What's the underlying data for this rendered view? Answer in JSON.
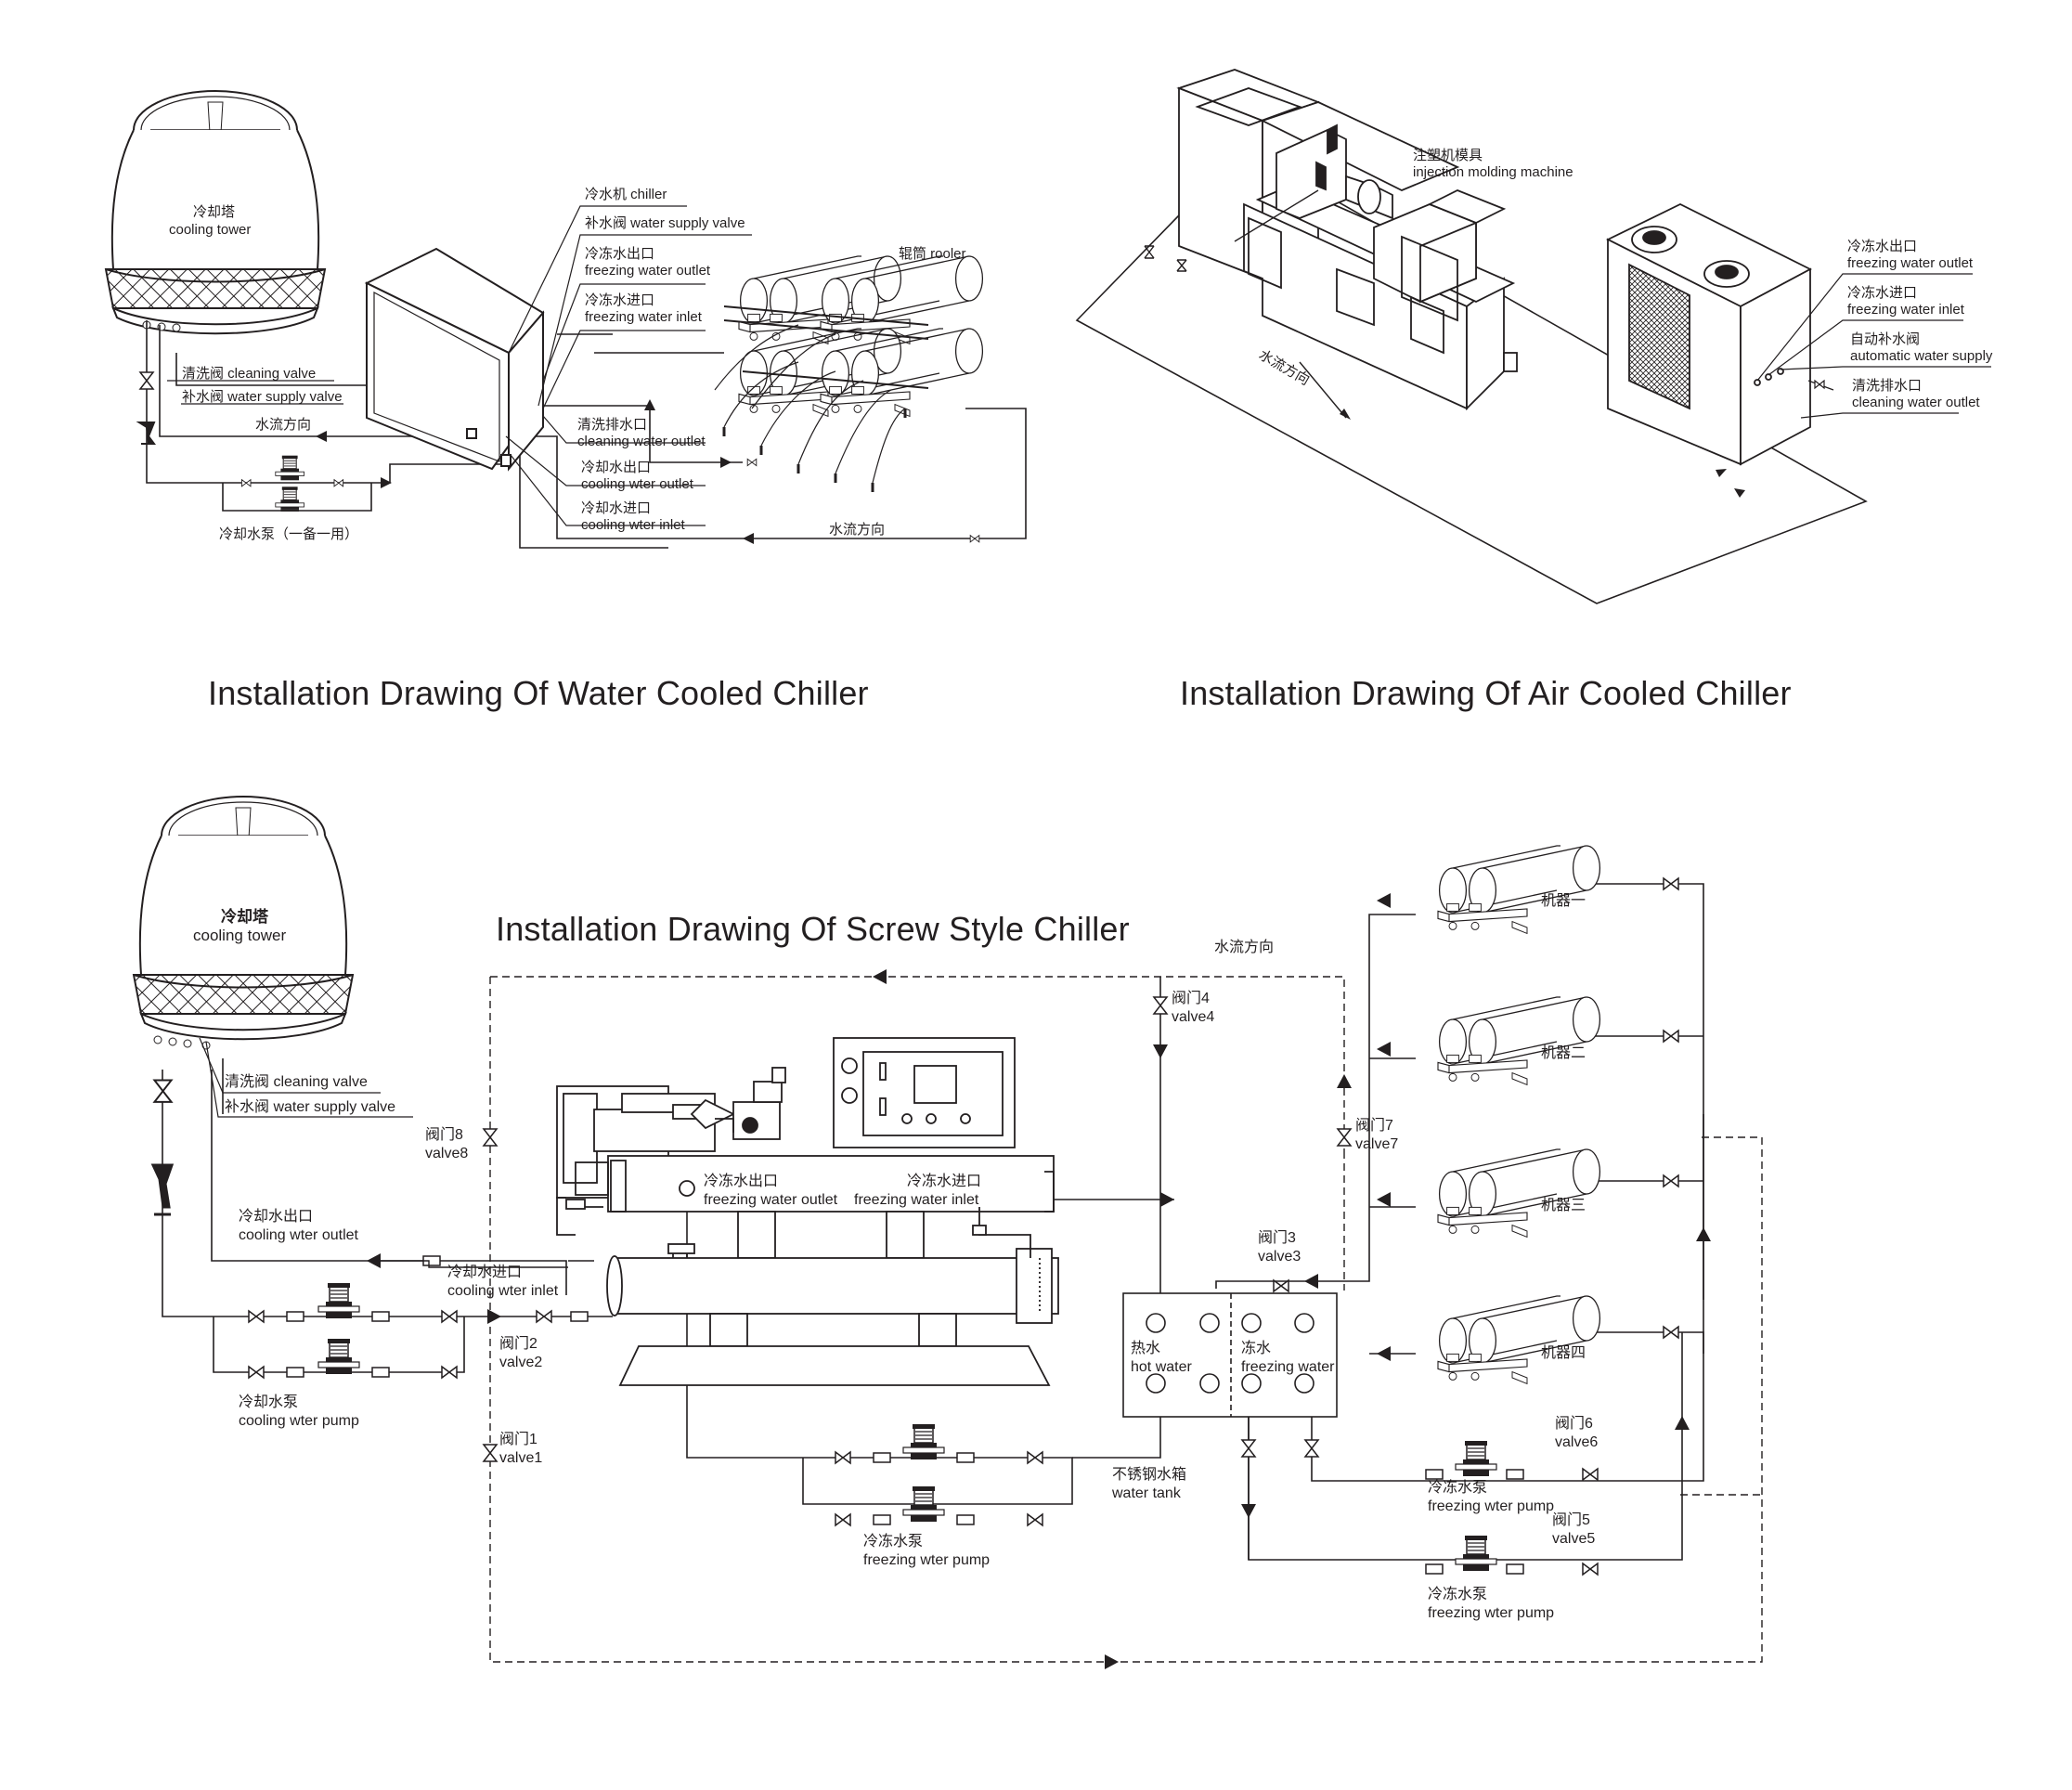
{
  "titles": {
    "water_cooled": "Installation Drawing Of Water Cooled Chiller",
    "air_cooled": "Installation Drawing Of Air Cooled Chiller",
    "screw": "Installation Drawing Of Screw Style Chiller"
  },
  "wc": {
    "tower_cn": "冷却塔",
    "tower_en": "cooling tower",
    "chiller": "冷水机 chiller",
    "supply_valve": "补水阀 water supply valve",
    "fw_outlet_cn": "冷冻水出口",
    "fw_outlet_en": "freezing water outlet",
    "fw_inlet_cn": "冷冻水进口",
    "fw_inlet_en": "freezing water inlet",
    "roller": "辊筒 rooler",
    "cleaning_valve": "清洗阀 cleaning valve",
    "water_supply_valve": "补水阀 water supply valve",
    "flow_dir": "水流方向",
    "clean_outlet_cn": "清洗排水口",
    "clean_outlet_en": "cleaning water outlet",
    "cw_outlet_cn": "冷却水出口",
    "cw_outlet_en": "cooling wter outlet",
    "cw_inlet_cn": "冷却水进口",
    "cw_inlet_en": "cooling wter inlet",
    "flow_dir2": "水流方向",
    "pump": "冷却水泵（一备一用）"
  },
  "ac": {
    "machine_cn": "注塑机模具",
    "machine_en": "injection molding machine",
    "flow_dir": "水流方向",
    "fw_outlet_cn": "冷冻水出口",
    "fw_outlet_en": "freezing water outlet",
    "fw_inlet_cn": "冷冻水进口",
    "fw_inlet_en": "freezing water inlet",
    "auto_supply_cn": "自动补水阀",
    "auto_supply_en": "automatic water supply",
    "clean_outlet_cn": "清洗排水口",
    "clean_outlet_en": "cleaning water outlet"
  },
  "sc": {
    "tower_cn": "冷却塔",
    "tower_en": "cooling tower",
    "cleaning_valve": "清洗阀 cleaning valve",
    "supply_valve": "补水阀 water supply valve",
    "valve8_cn": "阀门8",
    "valve8_en": "valve8",
    "cw_outlet_cn": "冷却水出口",
    "cw_outlet_en": "cooling wter outlet",
    "cw_inlet_cn": "冷却水进口",
    "cw_inlet_en": "cooling wter inlet",
    "valve2_cn": "阀门2",
    "valve2_en": "valve2",
    "cw_pump_cn": "冷却水泵",
    "cw_pump_en": "cooling wter pump",
    "valve1_cn": "阀门1",
    "valve1_en": "valve1",
    "flow_dir": "水流方向",
    "valve4_cn": "阀门4",
    "valve4_en": "valve4",
    "valve7_cn": "阀门7",
    "valve7_en": "valve7",
    "valve3_cn": "阀门3",
    "valve3_en": "valve3",
    "fw_outlet_cn": "冷冻水出口",
    "fw_outlet_en": "freezing water outlet",
    "fw_inlet_cn": "冷冻水进口",
    "fw_inlet_en": "freezing water inlet",
    "hot_cn": "热水",
    "hot_en": "hot water",
    "freeze_cn": "冻水",
    "freeze_en": "freezing water",
    "tank_cn": "不锈钢水箱",
    "tank_en": "water tank",
    "fw_pump_cn": "冷冻水泵",
    "fw_pump_en": "freezing wter pump",
    "valve6_cn": "阀门6",
    "valve6_en": "valve6",
    "valve5_cn": "阀门5",
    "valve5_en": "valve5",
    "pump_r1_cn": "冷冻水泵",
    "pump_r1_en": "freezing wter pump",
    "pump_r2_cn": "冷冻水泵",
    "pump_r2_en": "freezing wter pump",
    "machines": [
      "机器一",
      "机器二",
      "机器三",
      "机器四"
    ]
  }
}
